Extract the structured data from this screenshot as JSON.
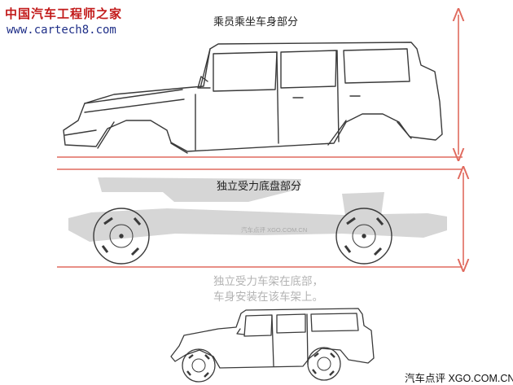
{
  "watermark": {
    "site_name": "中国汽车工程师之家",
    "site_url": "www.cartech8.com",
    "center_mark": "汽车点评 XGO.COM.CN",
    "bottom_mark": "汽车点评  XGO.COM.CN"
  },
  "labels": {
    "upper_body": "乘员乘坐车身部分",
    "lower_frame": "独立受力底盘部分"
  },
  "note": {
    "line1": "独立受力车架在底部，",
    "line2": "车身安装在该车架上。"
  },
  "colors": {
    "guide_line": "#e06a5e",
    "chassis_fill": "#d6d6d6",
    "sketch_stroke": "#3a3a3a",
    "watermark_red": "#c21a1a",
    "watermark_blue": "#1f2f88"
  }
}
